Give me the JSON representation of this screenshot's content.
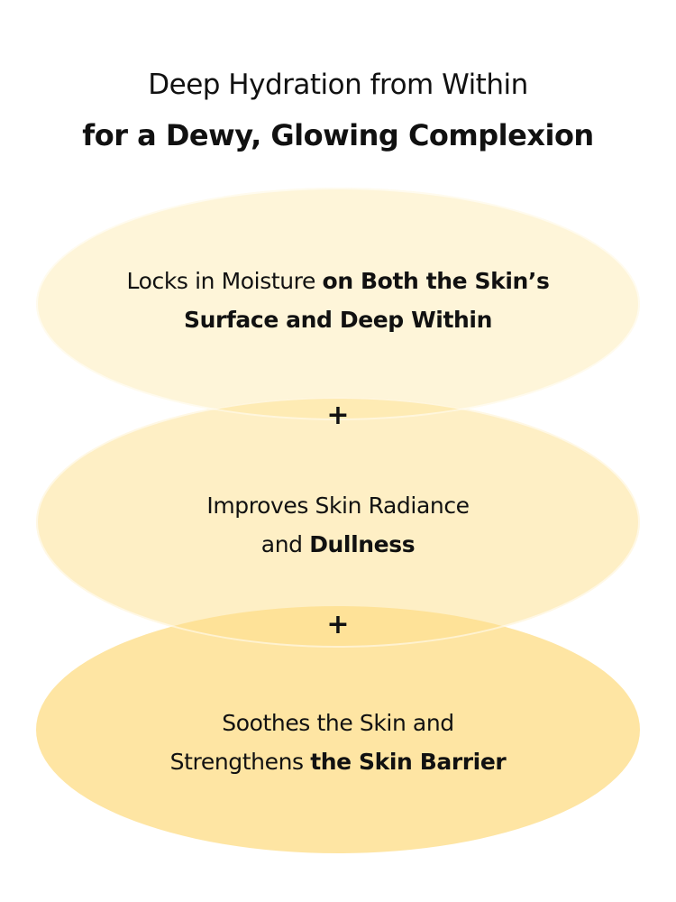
{
  "headline": {
    "line1": "Deep Hydration from Within",
    "line2": "for a Dewy, Glowing Complexion"
  },
  "benefits": [
    {
      "line1_regular": "Locks in Moisture ",
      "line1_bold": "on Both the Skin’s",
      "line2_regular": "",
      "line2_bold": "Surface and Deep Within",
      "color": "#FEF3D8"
    },
    {
      "line1_regular": "Improves Skin Radiance",
      "line1_bold": "",
      "line2_regular": "and ",
      "line2_bold": "Dullness",
      "color": "#FEEDC0"
    },
    {
      "line1_regular": "Soothes the Skin and",
      "line1_bold": "",
      "line2_regular": "Strengthens ",
      "line2_bold": "the Skin Barrier",
      "color": "#FEE6A3"
    }
  ],
  "connectors": [
    "+",
    "+"
  ]
}
